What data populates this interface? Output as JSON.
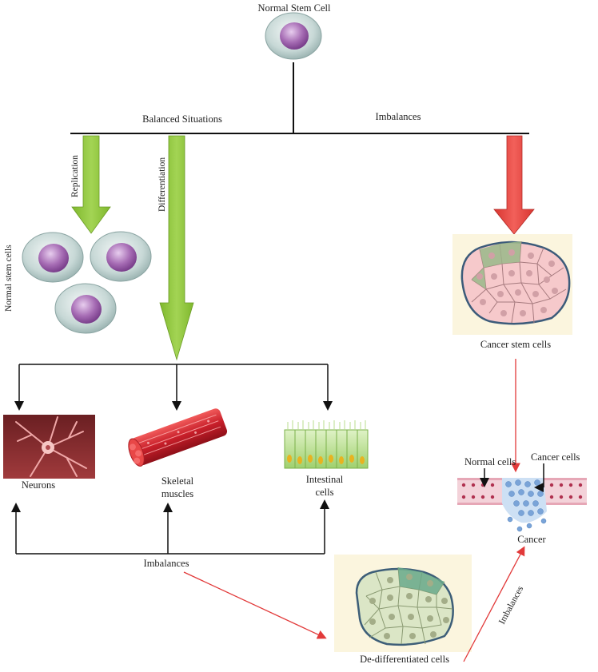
{
  "top": {
    "title": "Normal Stem Cell",
    "balanced": "Balanced Situations",
    "imbalances": "Imbalances"
  },
  "left": {
    "replication": "Replication",
    "differentiation": "Differentiation",
    "normal_stem_cells": "Normal stem cells"
  },
  "targets": {
    "neurons": "Neurons",
    "skeletal_1": "Skeletal",
    "skeletal_2": "muscles",
    "intestinal_1": "Intestinal",
    "intestinal_2": "cells"
  },
  "cancer": {
    "cancer_stem_cells": "Cancer stem cells",
    "normal_cells": "Normal cells",
    "cancer_cells": "Cancer cells",
    "cancer": "Cancer"
  },
  "bottom": {
    "imbalances_bottom": "Imbalances",
    "imbalances_diag": "Imbalances",
    "dedifferentiated": "De-differentiated cells"
  },
  "colors": {
    "green_arrow": "#8cc43a",
    "red_arrow": "#e5413a",
    "red_line": "#e23a3a",
    "cell_fill": "#c9d9d7",
    "nucleus": "#9b5fa8"
  }
}
